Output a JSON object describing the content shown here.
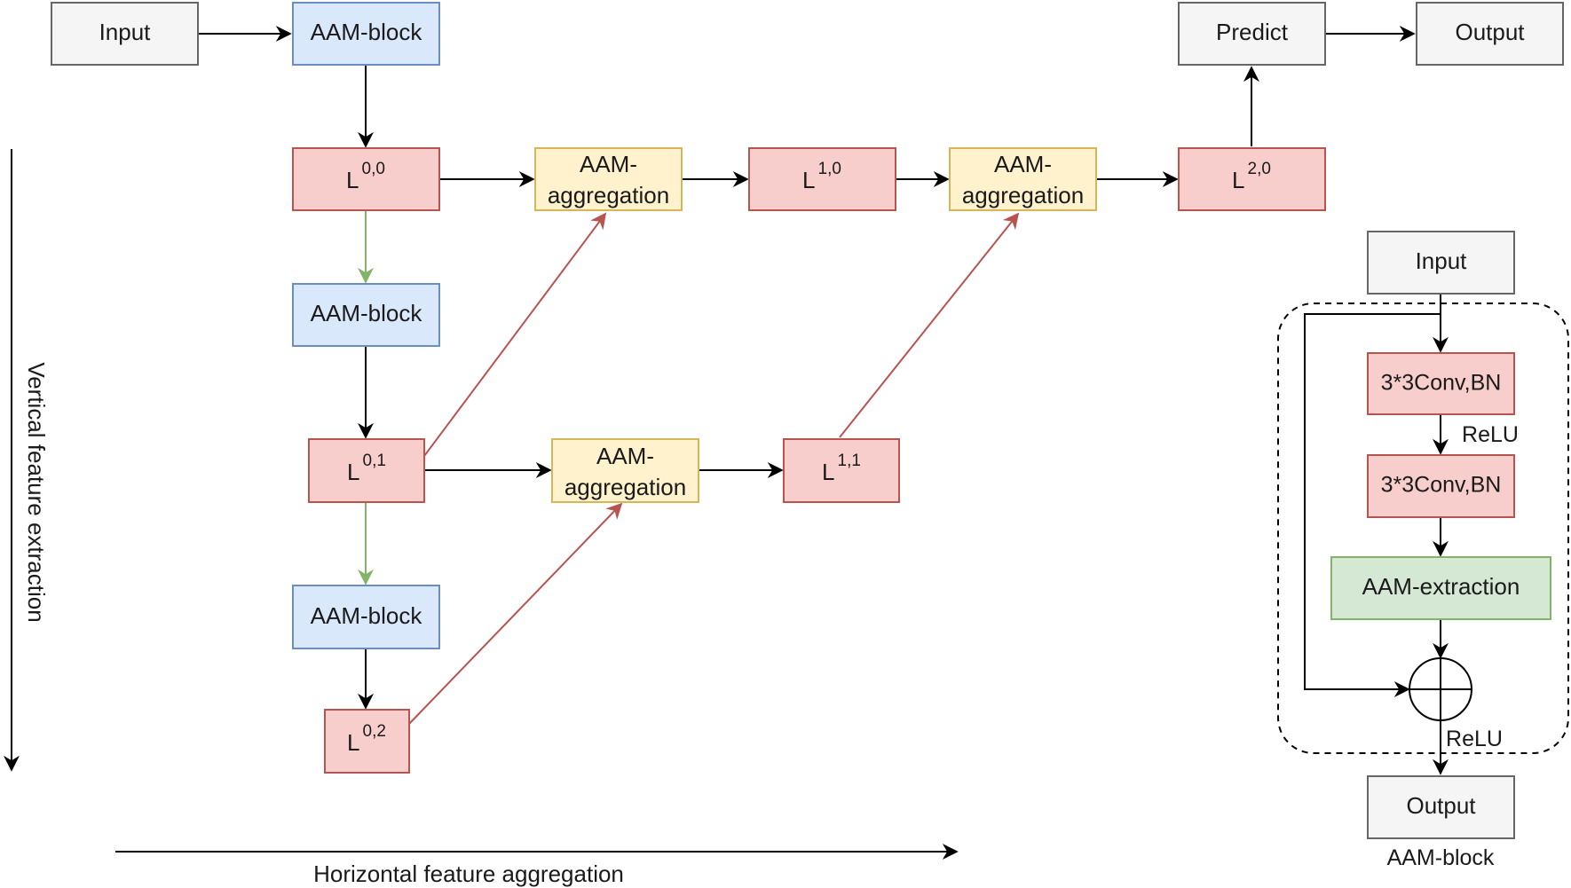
{
  "nodes": {
    "input_main": "Input",
    "aam_block_top": "AAM-block",
    "predict": "Predict",
    "output_main": "Output",
    "l00": {
      "base": "L",
      "sup": "0,0"
    },
    "l01": {
      "base": "L",
      "sup": "0,1"
    },
    "l02": {
      "base": "L",
      "sup": "0,2"
    },
    "l10": {
      "base": "L",
      "sup": "1,0"
    },
    "l11": {
      "base": "L",
      "sup": "1,1"
    },
    "l20": {
      "base": "L",
      "sup": "2,0"
    },
    "aam_block_mid": "AAM-block",
    "aam_block_low": "AAM-block",
    "agg1": [
      "AAM-",
      "aggregation"
    ],
    "agg2": [
      "AAM-",
      "aggregation"
    ],
    "agg3": [
      "AAM-",
      "aggregation"
    ]
  },
  "axes": {
    "vertical": "Vertical feature extraction",
    "horizontal": "Horizontal feature aggregation"
  },
  "detail": {
    "input": "Input",
    "conv1": "3*3Conv,BN",
    "relu1": "ReLU",
    "conv2": "3*3Conv,BN",
    "extraction": "AAM-extraction",
    "relu2": "ReLU",
    "output": "Output",
    "caption": "AAM-block"
  },
  "colors": {
    "gray": "#f5f5f5",
    "blue": "#dae8fc",
    "red": "#f8cecc",
    "yellow": "#fff2cc",
    "green": "#d5e8d4",
    "red_edge": "#b85450",
    "green_edge": "#82b366"
  }
}
